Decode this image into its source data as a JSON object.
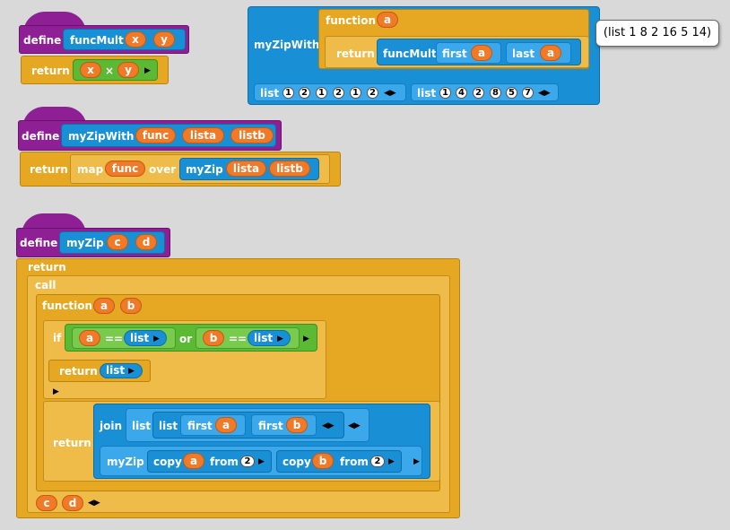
{
  "kw": {
    "define": "define",
    "return": "return",
    "function": "function",
    "map": "map",
    "over": "over",
    "call": "call",
    "if": "if",
    "or": "or",
    "join": "join",
    "list": "list",
    "first": "first",
    "last": "last",
    "copy": "copy",
    "from": "from",
    "eq": "==",
    "times": "×"
  },
  "block1": {
    "name": "funcMult",
    "params": [
      "x",
      "y"
    ],
    "body": [
      "x",
      "y"
    ]
  },
  "block2": {
    "name": "myZipWith",
    "params": [
      "func",
      "lista",
      "listb"
    ],
    "map_arg": "func",
    "call": "myZip",
    "call_args": [
      "lista",
      "listb"
    ]
  },
  "block3": {
    "name": "myZip",
    "params": [
      "c",
      "d"
    ],
    "fn_params": [
      "a",
      "b"
    ],
    "cond": [
      "a",
      "b"
    ],
    "first_args": [
      "a",
      "b"
    ],
    "copy_args": [
      "a",
      "b"
    ],
    "from_num": "2",
    "call_args": [
      "c",
      "d"
    ]
  },
  "top": {
    "name": "myZipWith",
    "fn_param": "a",
    "inner": "funcMult",
    "first_arg": "a",
    "last_arg": "a",
    "list1": [
      "1",
      "2",
      "1",
      "2",
      "1",
      "2"
    ],
    "list2": [
      "1",
      "4",
      "2",
      "8",
      "5",
      "7"
    ]
  },
  "result": "(list 1 8 2 16 5 14)",
  "colors": {
    "define": "#8e1f94",
    "control": "#e6a822",
    "list": "#1990d6",
    "operator": "#5bb934",
    "variable": "#f07a28"
  }
}
